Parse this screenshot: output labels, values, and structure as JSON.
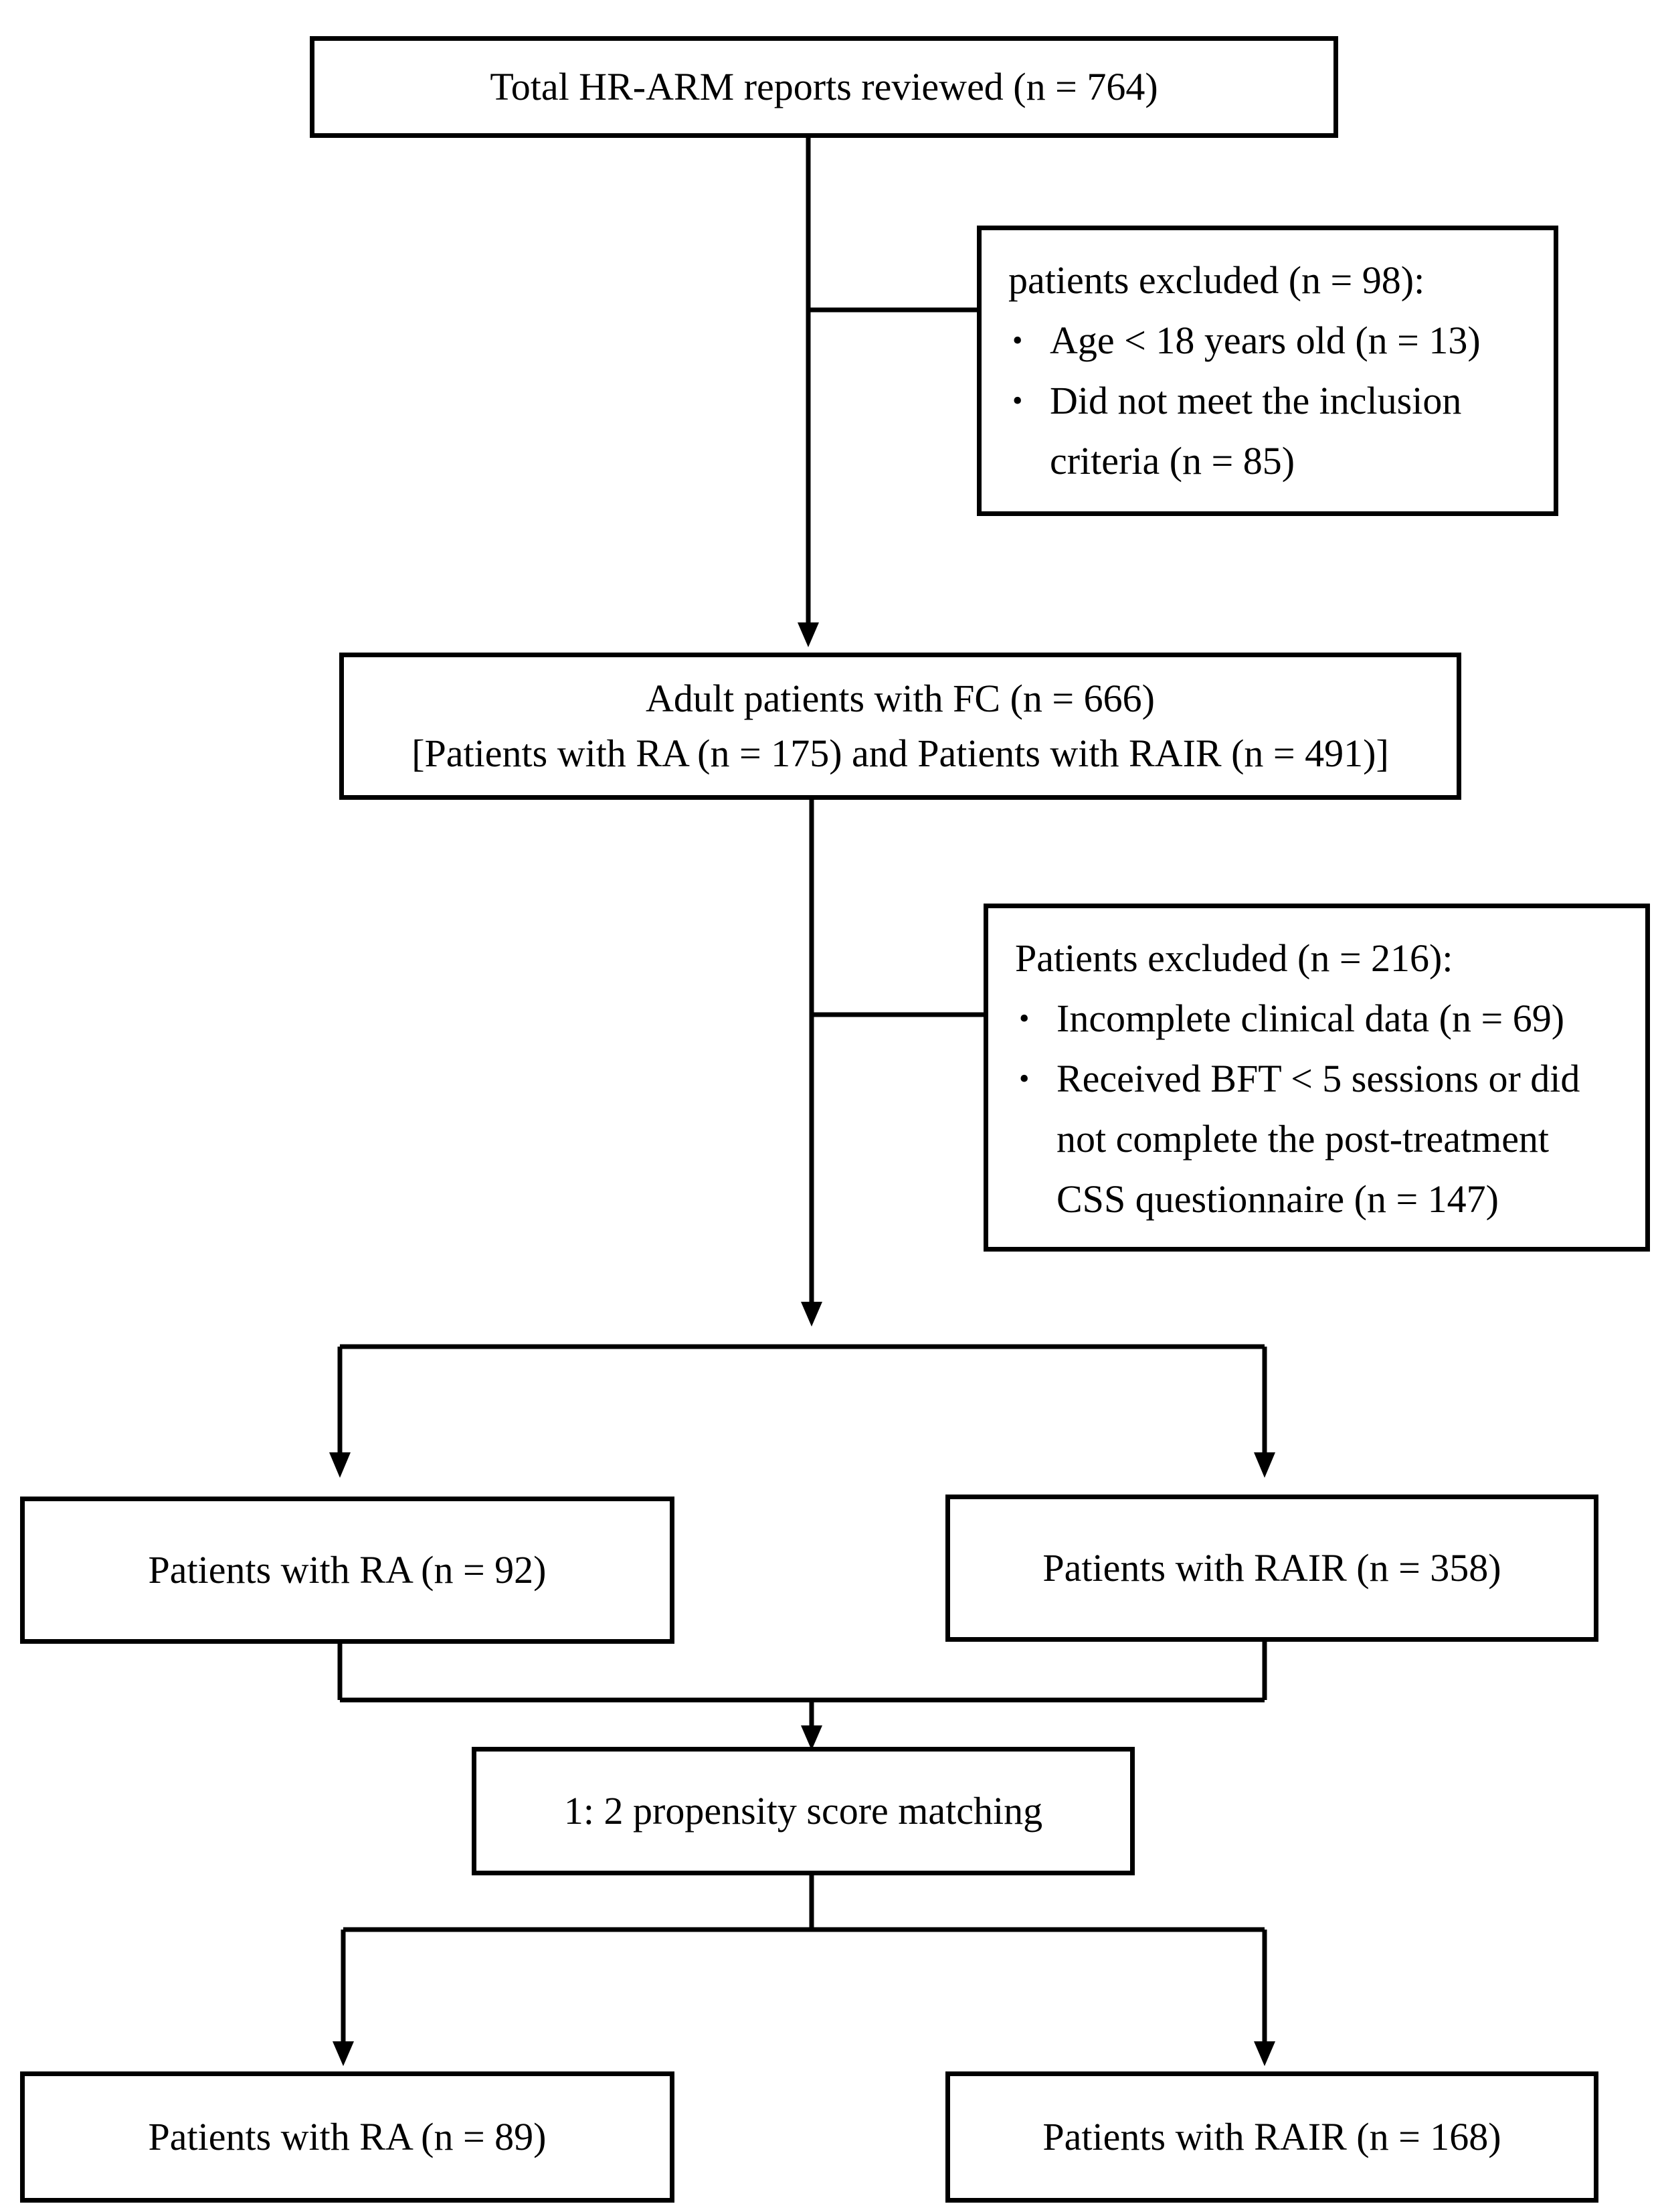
{
  "boxes": {
    "total": "Total HR-ARM reports reviewed (n = 764)",
    "adult_line1": "Adult patients with FC (n = 666)",
    "adult_line2": "[Patients with RA (n = 175) and Patients with RAIR (n = 491)]",
    "ra_initial": "Patients with RA (n = 92)",
    "rair_initial": "Patients with RAIR (n = 358)",
    "matching": "1: 2 propensity score matching",
    "ra_matched": "Patients with RA (n = 89)",
    "rair_matched": "Patients with RAIR (n = 168)"
  },
  "exclusion_1": {
    "heading": "patients excluded (n = 98):",
    "bullets": [
      [
        "Age < 18 years old (n = 13)"
      ],
      [
        "Did not meet the inclusion",
        "criteria (n = 85)"
      ]
    ]
  },
  "exclusion_2": {
    "heading": "Patients excluded (n = 216):",
    "bullets": [
      [
        "Incomplete clinical data (n = 69)"
      ],
      [
        "Received BFT < 5 sessions or did",
        "not complete the post-treatment",
        "CSS questionnaire (n = 147)"
      ]
    ]
  },
  "bullet_symbol": "•"
}
